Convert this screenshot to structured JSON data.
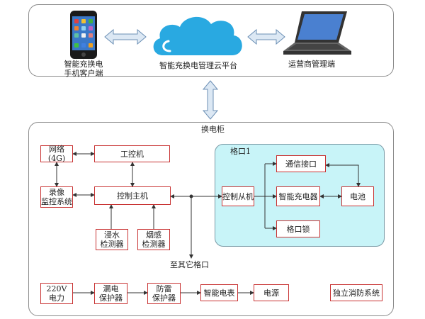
{
  "top": {
    "phone_label_line1": "智能充换电",
    "phone_label_line2": "手机客户端",
    "cloud_label": "智能充换电管理云平台",
    "laptop_label": "运营商管理端"
  },
  "cabinet": {
    "title": "换电柜",
    "network": "网络(4G)",
    "industrial_pc": "工控机",
    "recorder_line1": "录像",
    "recorder_line2": "监控系统",
    "main_host": "控制主机",
    "water_line1": "浸水",
    "water_line2": "检测器",
    "smoke_line1": "烟感",
    "smoke_line2": "检测器",
    "to_other": "至其它格口"
  },
  "compartment": {
    "title": "格口1",
    "slave": "控制从机",
    "comm": "通信接口",
    "charger": "智能充电器",
    "battery": "电池",
    "lock": "格口锁"
  },
  "power": {
    "source": "220V\n电力",
    "source_line1": "220V",
    "source_line2": "电力",
    "leak_line1": "漏电",
    "leak_line2": "保护器",
    "surge_line1": "防雷",
    "surge_line2": "保护器",
    "meter": "智能电表",
    "supply": "电源",
    "fire": "独立消防系统"
  },
  "colors": {
    "box_border": "#c83232",
    "line": "#333333",
    "compartment_fill": "#c8f4f8",
    "cloud": "#29a9e1",
    "arrow_fill": "#dce8f4",
    "arrow_stroke": "#6b8fb5"
  }
}
